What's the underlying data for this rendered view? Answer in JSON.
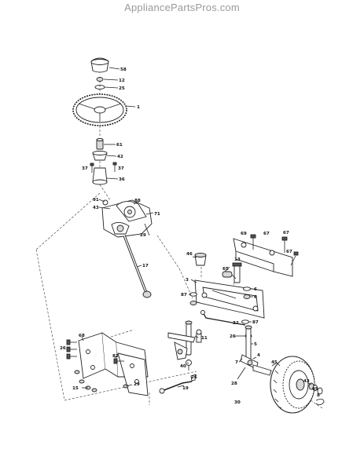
{
  "header": {
    "site": "AppliancePartsPros.com"
  },
  "callouts": [
    {
      "id": "c58",
      "text": "58"
    },
    {
      "id": "c12",
      "text": "12"
    },
    {
      "id": "c25",
      "text": "25"
    },
    {
      "id": "c1",
      "text": "1"
    },
    {
      "id": "c61",
      "text": "61"
    },
    {
      "id": "c42",
      "text": "42"
    },
    {
      "id": "c37a",
      "text": "37"
    },
    {
      "id": "c37b",
      "text": "37"
    },
    {
      "id": "c36",
      "text": "36"
    },
    {
      "id": "c91",
      "text": "91"
    },
    {
      "id": "c88",
      "text": "88"
    },
    {
      "id": "c43a",
      "text": "43"
    },
    {
      "id": "c71",
      "text": "71"
    },
    {
      "id": "c29a",
      "text": "29"
    },
    {
      "id": "c17",
      "text": "17"
    },
    {
      "id": "c46",
      "text": "46"
    },
    {
      "id": "c3",
      "text": "3"
    },
    {
      "id": "c87a",
      "text": "87"
    },
    {
      "id": "c65",
      "text": "65"
    },
    {
      "id": "c13",
      "text": "13"
    },
    {
      "id": "c69",
      "text": "69"
    },
    {
      "id": "c67a",
      "text": "67"
    },
    {
      "id": "c67b",
      "text": "67"
    },
    {
      "id": "c67c",
      "text": "67"
    },
    {
      "id": "c6a",
      "text": "6"
    },
    {
      "id": "c6b",
      "text": "6"
    },
    {
      "id": "c32",
      "text": "32"
    },
    {
      "id": "c87b",
      "text": "87"
    },
    {
      "id": "c26a",
      "text": "26"
    },
    {
      "id": "c5",
      "text": "5"
    },
    {
      "id": "c7",
      "text": "7"
    },
    {
      "id": "c4",
      "text": "4"
    },
    {
      "id": "c11",
      "text": "11"
    },
    {
      "id": "c40",
      "text": "40"
    },
    {
      "id": "c26b",
      "text": "26"
    },
    {
      "id": "c28",
      "text": "28"
    },
    {
      "id": "c30",
      "text": "30"
    },
    {
      "id": "c45",
      "text": "45"
    },
    {
      "id": "c43b",
      "text": "43"
    },
    {
      "id": "c95",
      "text": "95"
    },
    {
      "id": "c8",
      "text": "8"
    },
    {
      "id": "c68",
      "text": "68"
    },
    {
      "id": "c26c",
      "text": "26"
    },
    {
      "id": "c82",
      "text": "82"
    },
    {
      "id": "c15",
      "text": "15"
    },
    {
      "id": "c29b",
      "text": "29"
    },
    {
      "id": "c19",
      "text": "19"
    }
  ]
}
